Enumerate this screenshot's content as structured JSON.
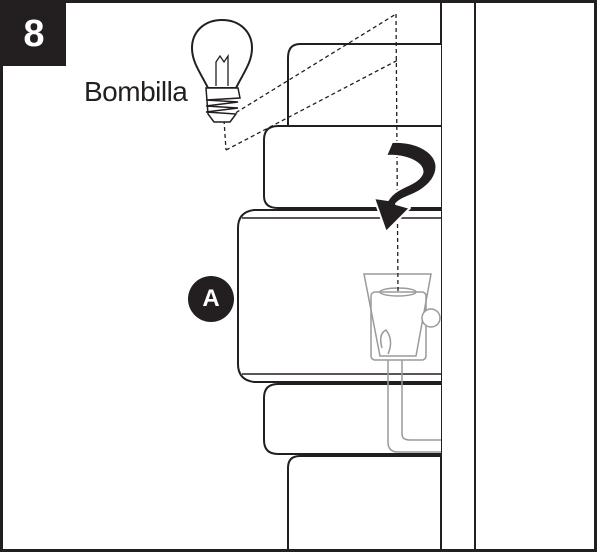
{
  "step": {
    "number": "8"
  },
  "labels": {
    "bulb": "Bombilla"
  },
  "callouts": {
    "fixture": "A"
  },
  "colors": {
    "ink": "#231f20",
    "light_ink": "#9a9a9a",
    "background": "#ffffff"
  }
}
